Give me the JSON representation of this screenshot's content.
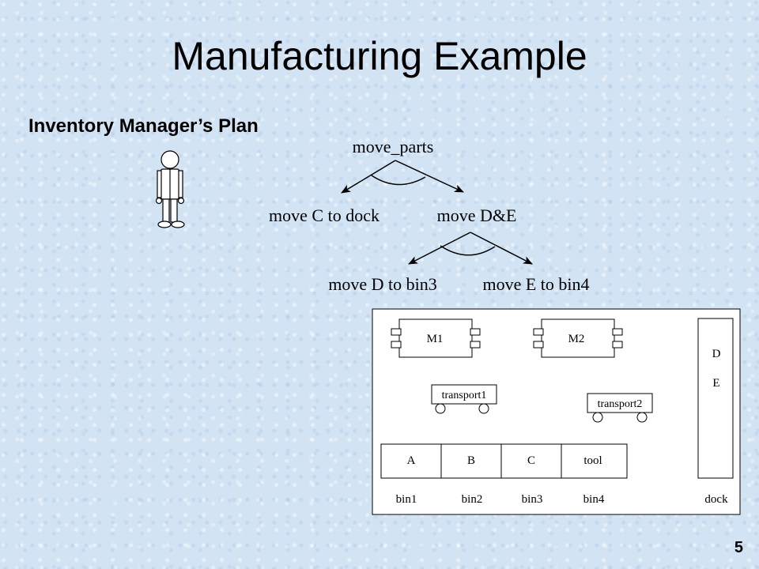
{
  "title": "Manufacturing Example",
  "subtitle": "Inventory Manager’s Plan",
  "page_number": "5",
  "plan_tree": {
    "root": "move_parts",
    "level1": {
      "left": "move C to dock",
      "right": "move D&E"
    },
    "level2": {
      "left": "move D to bin3",
      "right": "move E to bin4"
    }
  },
  "factory": {
    "machines": [
      "M1",
      "M2"
    ],
    "transports": [
      "transport1",
      "transport2"
    ],
    "bins": [
      {
        "content": "A",
        "label": "bin1"
      },
      {
        "content": "B",
        "label": "bin2"
      },
      {
        "content": "C",
        "label": "bin3"
      },
      {
        "content": "tool",
        "label": "bin4"
      }
    ],
    "dock": {
      "label": "dock",
      "items": [
        "D",
        "E"
      ]
    }
  }
}
